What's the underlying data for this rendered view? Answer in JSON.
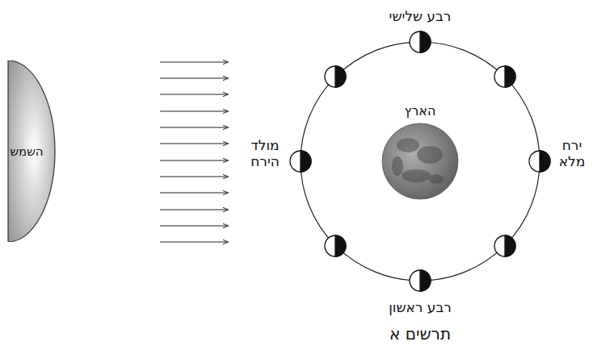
{
  "diagram": {
    "caption": "תרשים א",
    "nodes": [
      {
        "text": [
          "השמש"
        ]
      },
      {
        "text": [
          "הארץ"
        ]
      }
    ],
    "labels": [
      "רבע שלישי",
      "מולד הירח",
      "ירח מלא",
      "רבע ראשון"
    ]
  }
}
